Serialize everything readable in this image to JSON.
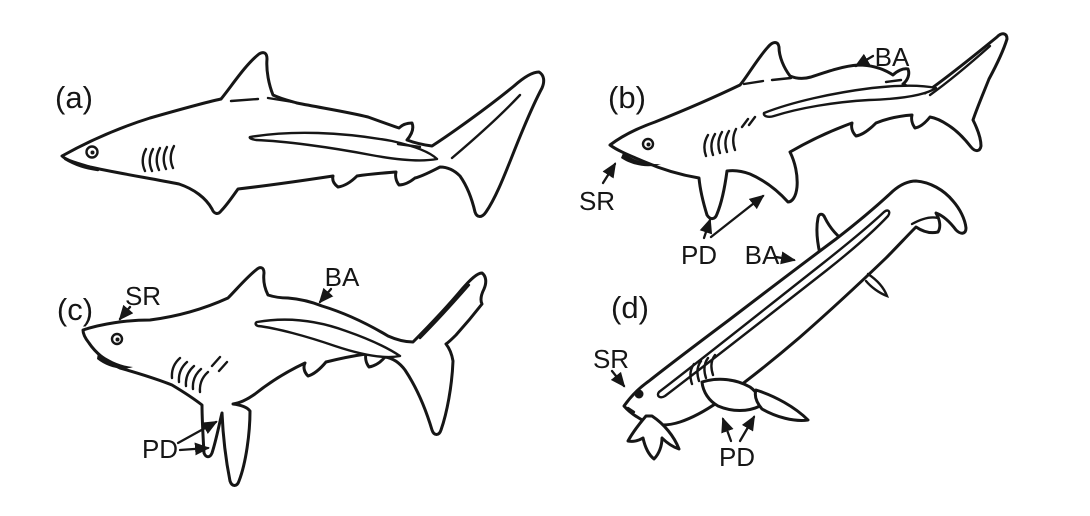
{
  "figure": {
    "background": "#ffffff",
    "ink": "#161616",
    "panels": {
      "a": {
        "label": "(a)"
      },
      "b": {
        "label": "(b)",
        "annotations": {
          "ba": "BA",
          "sr": "SR",
          "pd": "PD"
        }
      },
      "c": {
        "label": "(c)",
        "annotations": {
          "sr": "SR",
          "ba": "BA",
          "pd": "PD"
        }
      },
      "d": {
        "label": "(d)",
        "annotations": {
          "ba": "BA",
          "sr": "SR",
          "pd": "PD"
        }
      }
    }
  }
}
